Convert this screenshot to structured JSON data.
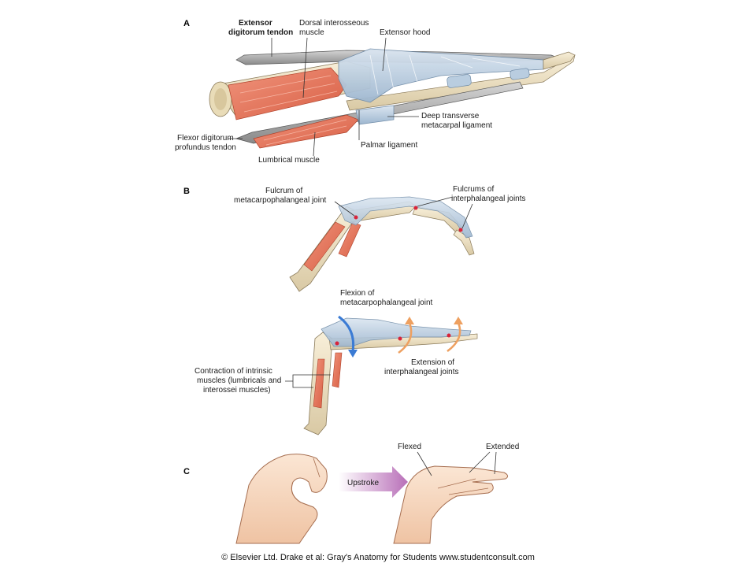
{
  "panels": {
    "a": {
      "letter": "A",
      "labels": {
        "extensor_tendon_1": "Extensor",
        "extensor_tendon_2": "digitorum tendon",
        "dorsal_interosseous_1": "Dorsal interosseous",
        "dorsal_interosseous_2": "muscle",
        "extensor_hood": "Extensor hood",
        "deep_transverse_1": "Deep transverse",
        "deep_transverse_2": "metacarpal ligament",
        "flexor_1": "Flexor digitorum",
        "flexor_2": "profundus tendon",
        "palmar_ligament": "Palmar ligament",
        "lumbrical": "Lumbrical muscle"
      }
    },
    "b": {
      "letter": "B",
      "labels": {
        "fulcrum_mcp_1": "Fulcrum of",
        "fulcrum_mcp_2": "metacarpophalangeal joint",
        "fulcrums_ip_1": "Fulcrums of",
        "fulcrums_ip_2": "interphalangeal joints",
        "flexion_1": "Flexion of",
        "flexion_2": "metacarpophalangeal joint",
        "extension_1": "Extension of",
        "extension_2": "interphalangeal joints",
        "contraction_1": "Contraction of intrinsic",
        "contraction_2": "muscles (lumbricals and",
        "contraction_3": "interossei muscles)"
      }
    },
    "c": {
      "letter": "C",
      "labels": {
        "upstroke": "Upstroke",
        "flexed": "Flexed",
        "extended": "Extended"
      }
    }
  },
  "footer": "© Elsevier Ltd. Drake et al: Gray's Anatomy for Students www.studentconsult.com",
  "colors": {
    "bone": "#efe3c8",
    "muscle": "#e3735a",
    "hood": "#b9cde0",
    "tendon": "#a9a9a9",
    "skin": "#f6d7be",
    "arrow_blue": "#3b7bd4",
    "arrow_orange": "#eea060",
    "arrow_purple": "#b86fb8"
  }
}
